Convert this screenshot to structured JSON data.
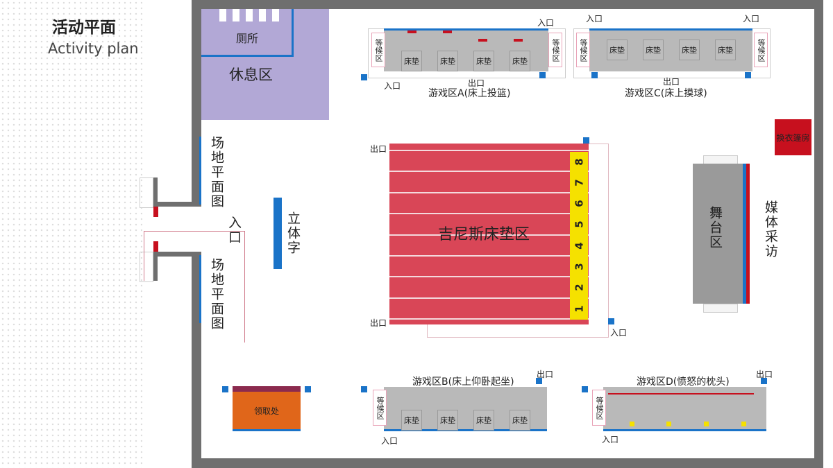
{
  "header": {
    "title_cn": "活动平面",
    "title_en": "Activity plan"
  },
  "rest_area": {
    "toilet": "厕所",
    "lounge": "休息区"
  },
  "left_labels": {
    "site_plan_top": "场地平面图",
    "site_plan_bottom": "场地平面图",
    "entrance": "入口",
    "sculpture_text": "立体字"
  },
  "zone_a": {
    "title": "游戏区A(床上投篮)",
    "wait_left": "等候区",
    "wait_right": "等候区",
    "entrance": "入口",
    "entrance_top": "入口",
    "exit": "出口",
    "mats": [
      "床垫",
      "床垫",
      "床垫",
      "床垫"
    ]
  },
  "zone_c": {
    "title": "游戏区C(床上摸球)",
    "wait_left": "等候区",
    "wait_right": "等候区",
    "entrance_left": "入口",
    "entrance_right": "入口",
    "exit": "出口",
    "mats": [
      "床垫",
      "床垫",
      "床垫",
      "床垫"
    ]
  },
  "guinness": {
    "title": "吉尼斯床垫区",
    "exit_top": "出口",
    "exit_bottom": "出口",
    "entrance": "入口",
    "lanes": [
      "8",
      "7",
      "6",
      "5",
      "4",
      "3",
      "2",
      "1"
    ]
  },
  "stage": {
    "title": "舞台区",
    "media": "媒体采访",
    "changing_room": "换衣篷房"
  },
  "zone_b": {
    "title": "游戏区B(床上仰卧起坐)",
    "wait": "等候区",
    "entrance": "入口",
    "exit": "出口",
    "mats": [
      "床垫",
      "床垫",
      "床垫",
      "床垫"
    ]
  },
  "zone_d": {
    "title": "游戏区D(愤怒的枕头)",
    "wait": "等候区",
    "entrance": "入口",
    "exit": "出口"
  },
  "pickup": {
    "label": "领取处"
  },
  "colors": {
    "wall": "#6f6f6f",
    "track_red": "#d94657",
    "lane_yellow": "#f5e100",
    "rest_purple": "#b2a8d6",
    "stage_gray": "#9a9a9a",
    "accent_blue": "#1a73c8",
    "changing_red": "#c7101e",
    "pickup_orange": "#e0661a"
  }
}
